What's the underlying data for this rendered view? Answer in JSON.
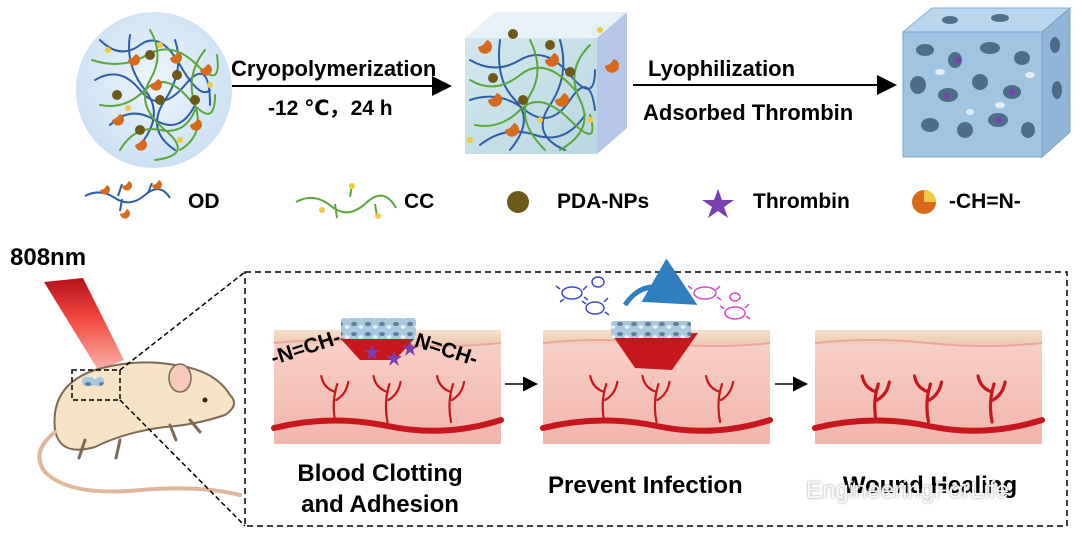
{
  "top": {
    "step1_label": "Cryopolymerization",
    "step1_condition": "-12 ℃，24 h",
    "step2_label": "Lyophilization",
    "step2_sublabel": "Adsorbed Thrombin"
  },
  "legend": [
    {
      "icon": "od-chain-icon",
      "label": "OD"
    },
    {
      "icon": "cc-chain-icon",
      "label": "CC"
    },
    {
      "icon": "pda-np-icon",
      "label": "PDA-NPs"
    },
    {
      "icon": "thrombin-star-icon",
      "label": "Thrombin"
    },
    {
      "icon": "schiff-base-icon",
      "label": "-CH=N-"
    }
  ],
  "laser_label": "808nm",
  "panel": {
    "bond_left": "-N=CH-",
    "bond_right": "N=CH-",
    "stages": [
      "Blood Clotting\nand Adhesion",
      "Prevent Infection",
      "Wound Healing"
    ]
  },
  "watermark": "EngineeringForLife",
  "colors": {
    "od_chain": "#2e5fa6",
    "cc_chain": "#5aa83c",
    "pda": "#6e5a18",
    "thrombin": "#7a3fb0",
    "schiff_orange": "#d86a1c",
    "schiff_yellow": "#f2c744",
    "blood": "#c8161d",
    "tissue": "#f4c6bd",
    "skin_top": "#f2ddc7",
    "sponge": "#9fc5e3",
    "laser": "#e8302a",
    "arrow": "#2f7fc0",
    "bacteria_blue": "#3b48d4",
    "bacteria_pink": "#d548c8"
  }
}
